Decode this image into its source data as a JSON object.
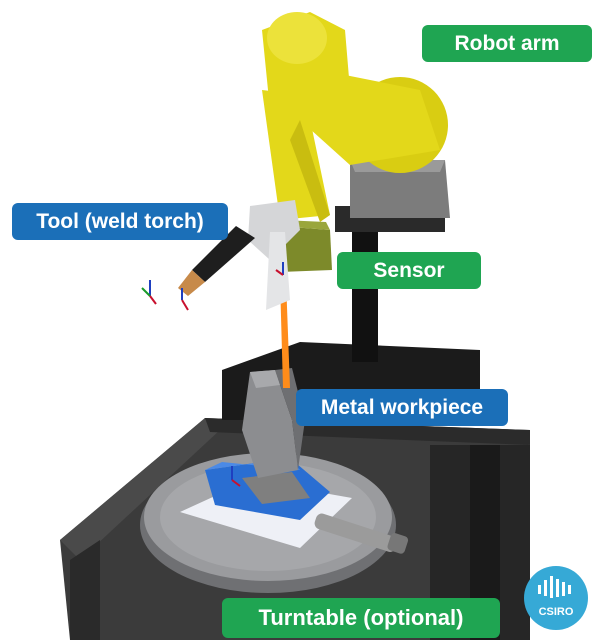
{
  "labels": {
    "robot_arm": "Robot arm",
    "tool": "Tool (weld torch)",
    "sensor": "Sensor",
    "metal_workpiece": "Metal workpiece",
    "turntable": "Turntable (optional)"
  },
  "logo": {
    "text": "CSIRO"
  },
  "colors": {
    "label_green": "#1fa552",
    "label_blue": "#1b6fb8",
    "robot_yellow": "#e3d81a",
    "laser_orange": "#ff8c1a",
    "logo_blue": "#36a9d6"
  }
}
